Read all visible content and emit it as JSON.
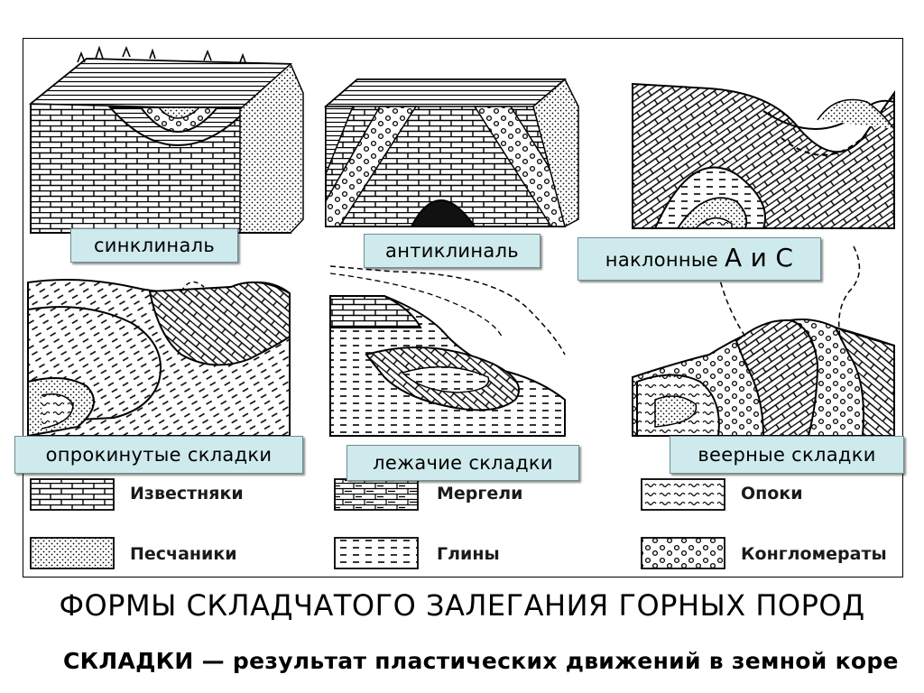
{
  "labels": {
    "syncline": "синклиналь",
    "anticline": "антиклиналь",
    "inclined": "наклонные ",
    "inclined_letters": "А и С",
    "overturned": "опрокинутые складки",
    "recumbent": "лежачие складки",
    "fan": "веерные складки"
  },
  "legend": {
    "limestone": "Известняки",
    "marl": "Мергели",
    "opoka": "Опоки",
    "sandstone": "Песчаники",
    "clay": "Глины",
    "conglomerate": "Конгломераты"
  },
  "title": "ФОРМЫ СКЛАДЧАТОГО ЗАЛЕГАНИЯ ГОРНЫХ ПОРОД",
  "subtitle": "СКЛАДКИ — результат пластических движений в земной коре",
  "colors": {
    "label_bg": "#cfeaec",
    "label_border": "#6c8f92",
    "ink": "#000000"
  }
}
